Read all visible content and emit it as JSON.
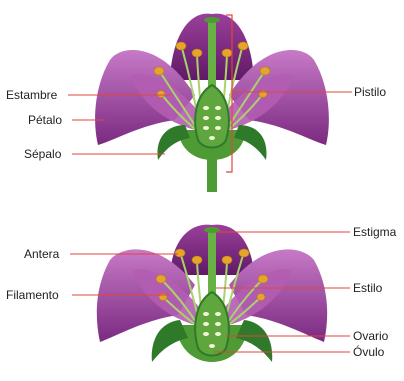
{
  "diagrams": [
    {
      "labels": {
        "estambre": "Estambre",
        "petalo": "Pétalo",
        "sepalo": "Sépalo",
        "pistilo": "Pistilo"
      }
    },
    {
      "labels": {
        "antera": "Antera",
        "filamento": "Filamento",
        "estigma": "Estigma",
        "estilo": "Estilo",
        "ovario": "Ovario",
        "ovulo": "Óvulo"
      }
    }
  ],
  "colors": {
    "petal_light": "#c77ac7",
    "petal_mid": "#9a3d9a",
    "petal_dark": "#6d1f72",
    "sepal": "#2f7a2a",
    "sepal_light": "#68b145",
    "stem": "#4e9a35",
    "ovary": "#5ea63d",
    "anther": "#e6a52a",
    "filament": "#a9d36a",
    "leader_line": "#e0473c"
  }
}
